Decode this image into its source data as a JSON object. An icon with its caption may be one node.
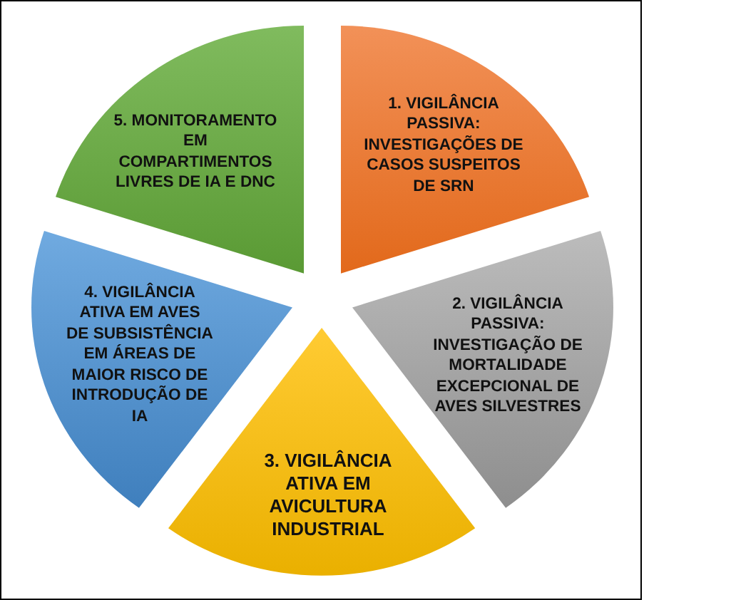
{
  "diagram": {
    "nodes": [
      {
        "text": [
          "1. VIGILÂNCIA PASSIVA: INVESTIGAÇÕES DE CASOS SUSPEITOS DE SRN"
        ]
      },
      {
        "text": [
          "2. VIGILÂNCIA PASSIVA: INVESTIGAÇÃO DE MORTALIDADE EXCEPCIONAL DE AVES SILVESTRES"
        ]
      },
      {
        "text": [
          "3. VIGILÂNCIA ATIVA EM AVICULTURA INDUSTRIAL"
        ]
      },
      {
        "text": [
          "4. VIGILÂNCIA ATIVA EM AVES DE SUBSISTÊNCIA EM ÁREAS DE MAIOR RISCO DE INTRODUÇÃO DE IA"
        ]
      },
      {
        "text": [
          "5. MONITORAMENTO EM COMPARTIMENTOS LIVRES DE IA E DNC"
        ]
      }
    ]
  }
}
